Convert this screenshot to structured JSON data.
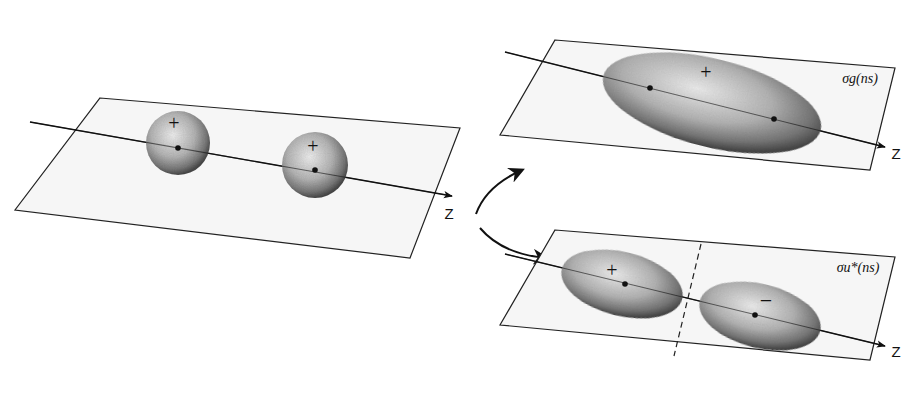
{
  "diagram": {
    "labels": [
      "+",
      "+",
      "Z",
      "+",
      "σg(ns)",
      "Z",
      "+",
      "−",
      "σu*(ns)",
      "Z"
    ]
  }
}
